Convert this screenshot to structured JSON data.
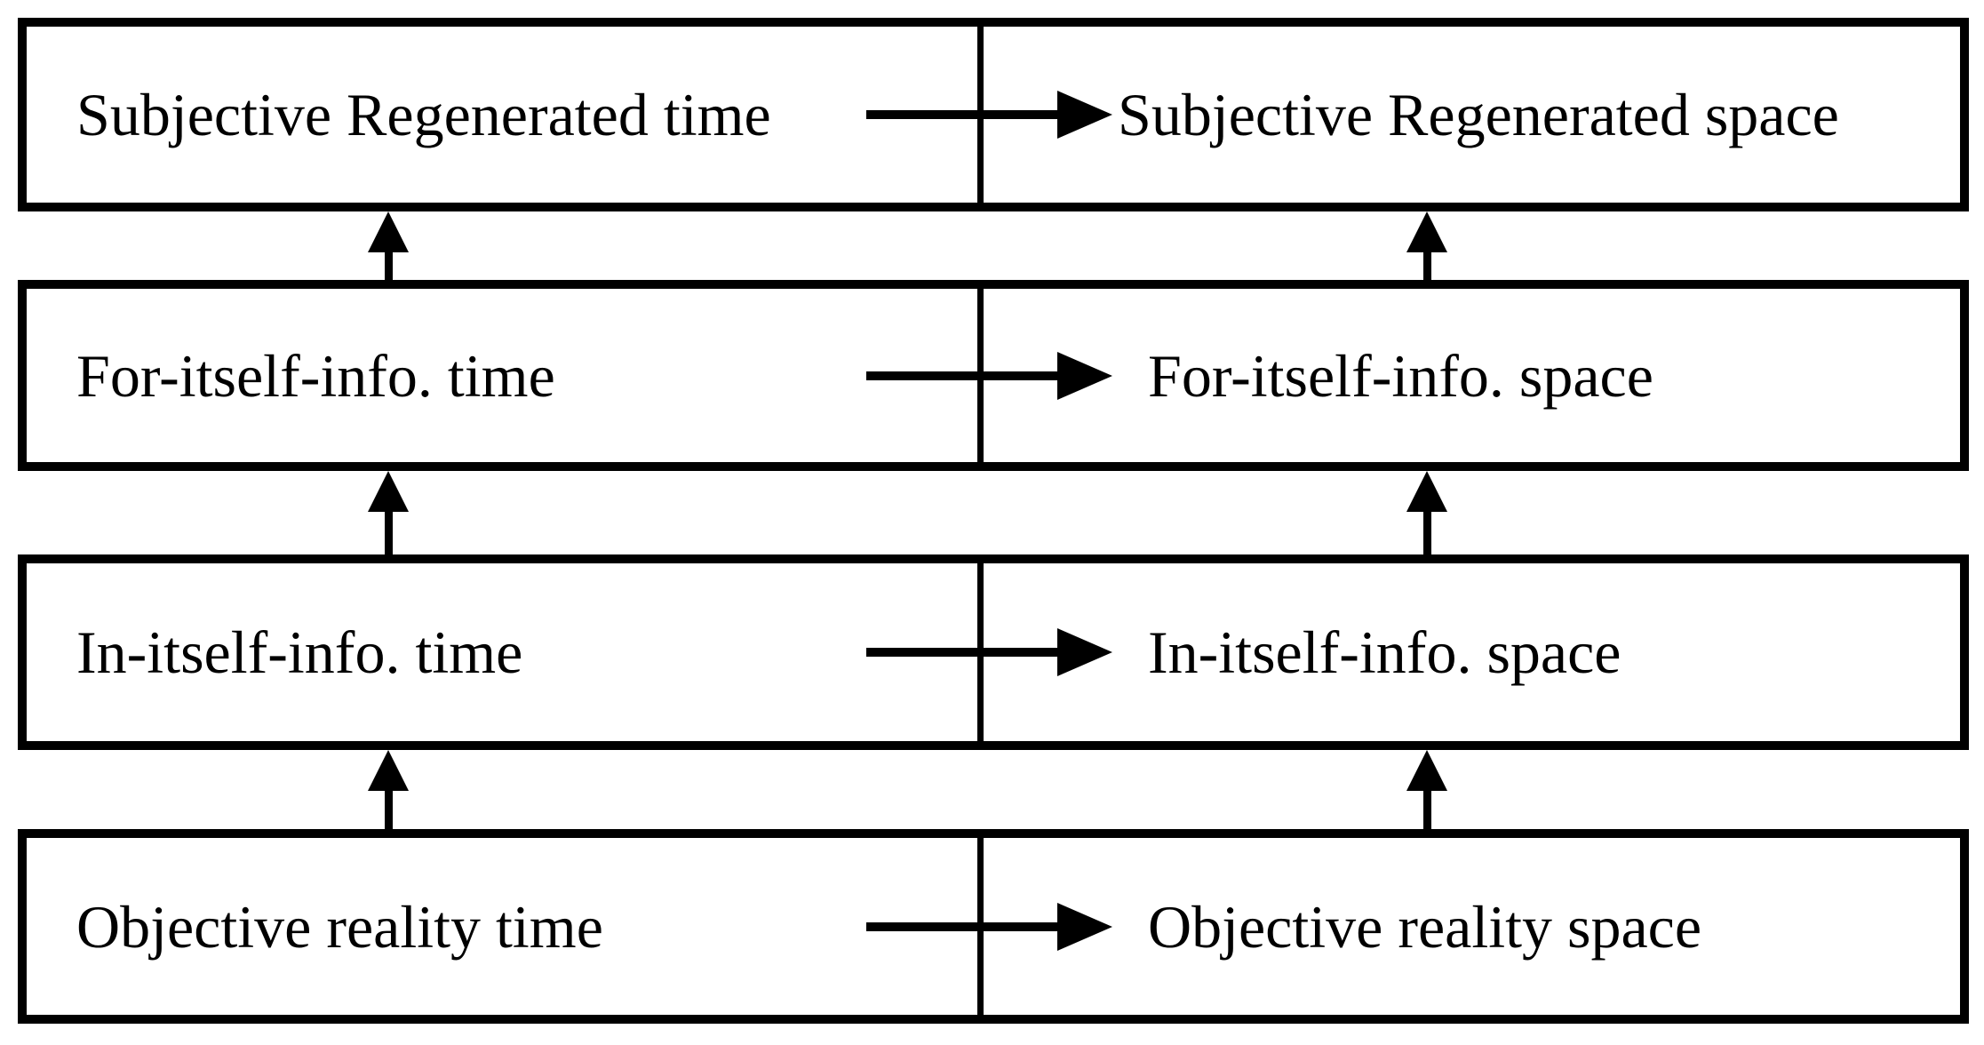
{
  "diagram": {
    "rows": [
      {
        "left": "Subjective Regenerated time",
        "right": "Subjective Regenerated space"
      },
      {
        "left": "For-itself-info. time",
        "right": "For-itself-info. space"
      },
      {
        "left": "In-itself-info. time",
        "right": "In-itself-info. space"
      },
      {
        "left": "Objective reality time",
        "right": "Objective reality space"
      }
    ],
    "connections": {
      "within_row": "time box points right to space box",
      "between_rows": "each lower row points upward to the row above, in both the time and space columns"
    },
    "colors": {
      "line": "#000000",
      "background": "#ffffff",
      "text": "#000000"
    }
  }
}
